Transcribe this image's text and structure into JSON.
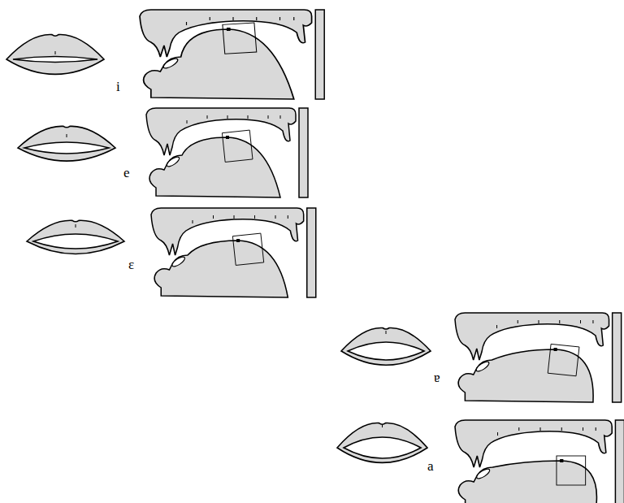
{
  "diagram": {
    "labels": [
      "i",
      "e",
      "ɛ",
      "ɐ",
      "a"
    ]
  }
}
